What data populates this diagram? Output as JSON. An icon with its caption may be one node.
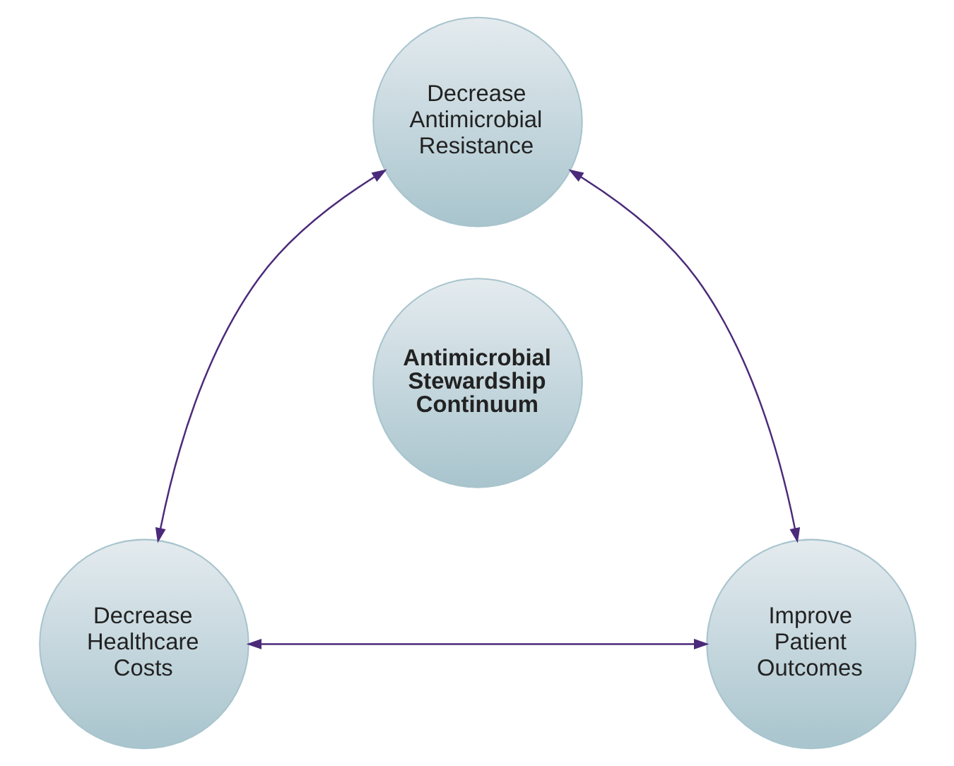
{
  "diagram": {
    "nodes": [
      {
        "text": [
          "Decrease Antimicrobial Resistance"
        ]
      },
      {
        "text": [
          "Antimicrobial Stewardship Continuum"
        ]
      },
      {
        "text": [
          "Decrease Healthcare Costs"
        ]
      },
      {
        "text": [
          "Improve Patient Outcomes"
        ]
      }
    ],
    "edges": [
      {
        "from": 0,
        "to": 2,
        "arrow": "both"
      },
      {
        "from": 0,
        "to": 3,
        "arrow": "both"
      },
      {
        "from": 2,
        "to": 3,
        "arrow": "both"
      }
    ]
  }
}
